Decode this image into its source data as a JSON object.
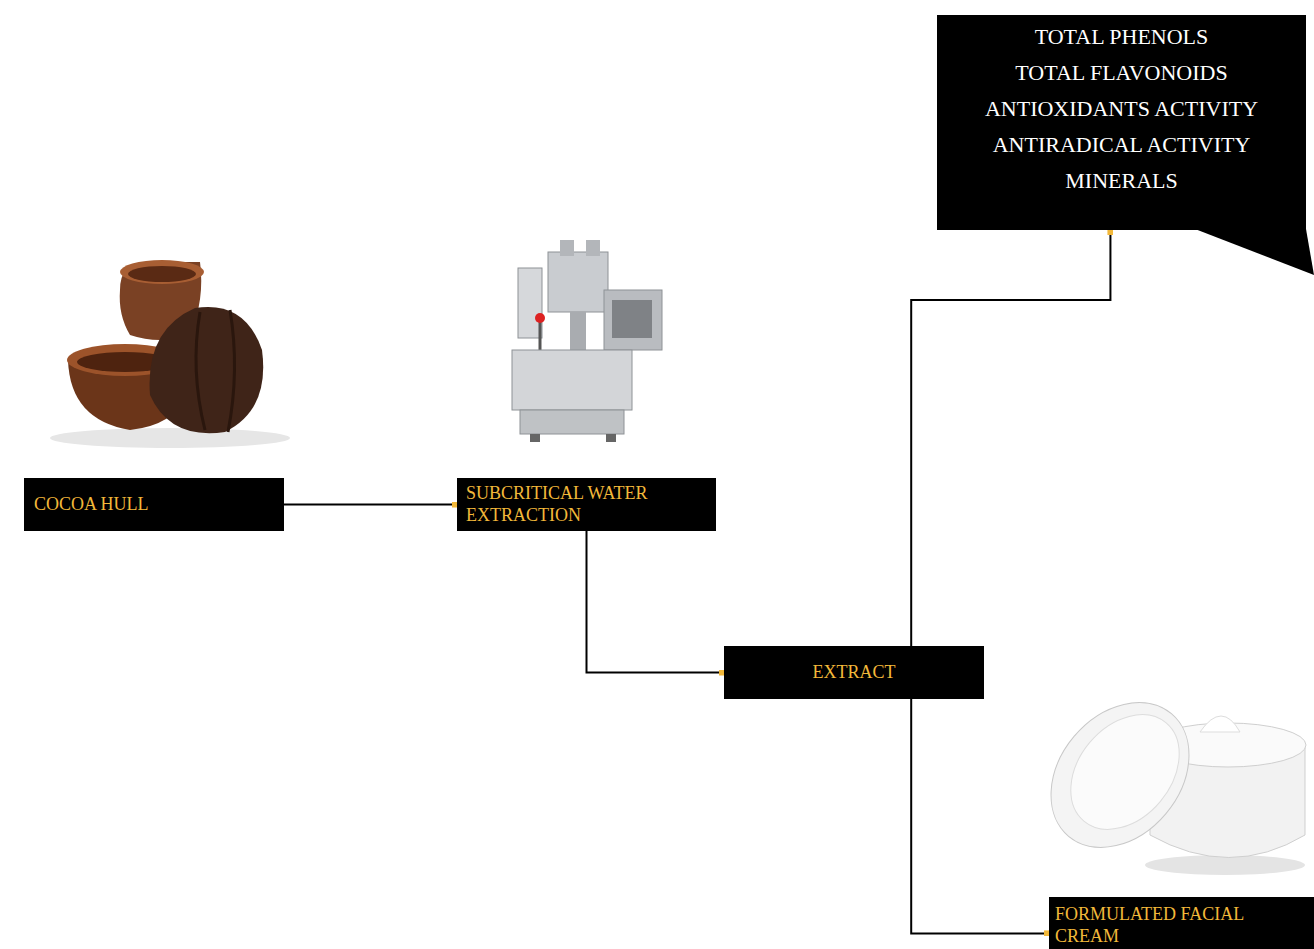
{
  "diagram": {
    "nodes": [
      {
        "text": [
          "COCOA HULL"
        ]
      },
      {
        "text": [
          "SUBCRITICAL WATER EXTRACTION"
        ]
      },
      {
        "text": [
          "EXTRACT"
        ]
      },
      {
        "text": [
          "TOTAL PHENOLS",
          "TOTAL FLAVONOIDS",
          "ANTIOXIDANTS ACTIVITY",
          "ANTIRADICAL ACTIVITY",
          "MINERALS"
        ]
      },
      {
        "text": [
          "FORMULATED FACIAL CREAM"
        ]
      }
    ],
    "edges": [
      {
        "from": 0,
        "to": 1,
        "arrow": "to"
      },
      {
        "from": 1,
        "to": 2,
        "arrow": "to"
      },
      {
        "from": 2,
        "to": 3,
        "arrow": "to"
      },
      {
        "from": 2,
        "to": 4,
        "arrow": "to"
      }
    ]
  }
}
